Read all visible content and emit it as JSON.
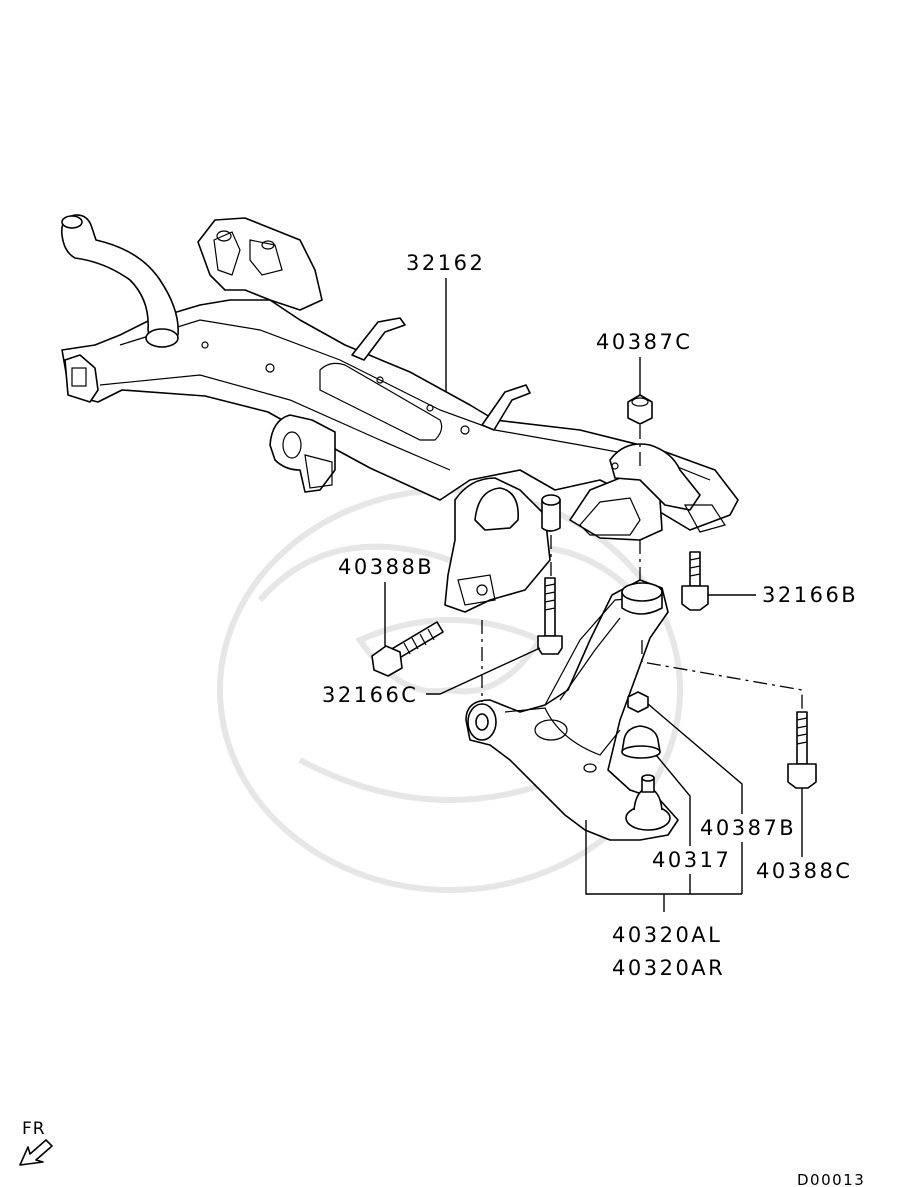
{
  "diagram": {
    "callouts": [
      {
        "id": "frame",
        "text": "32162"
      },
      {
        "id": "nut-top",
        "text": "40387C"
      },
      {
        "id": "bolt-left",
        "text": "40388B"
      },
      {
        "id": "bolt-right",
        "text": "32166B"
      },
      {
        "id": "bolt-center",
        "text": "32166C"
      },
      {
        "id": "nut-arm",
        "text": "40387B"
      },
      {
        "id": "ball-joint",
        "text": "40317"
      },
      {
        "id": "bolt-far-right",
        "text": "40388C"
      },
      {
        "id": "arm-left",
        "text": "40320AL"
      },
      {
        "id": "arm-right",
        "text": "40320AR"
      }
    ],
    "direction_label": "FR",
    "drawing_code": "D00013"
  }
}
